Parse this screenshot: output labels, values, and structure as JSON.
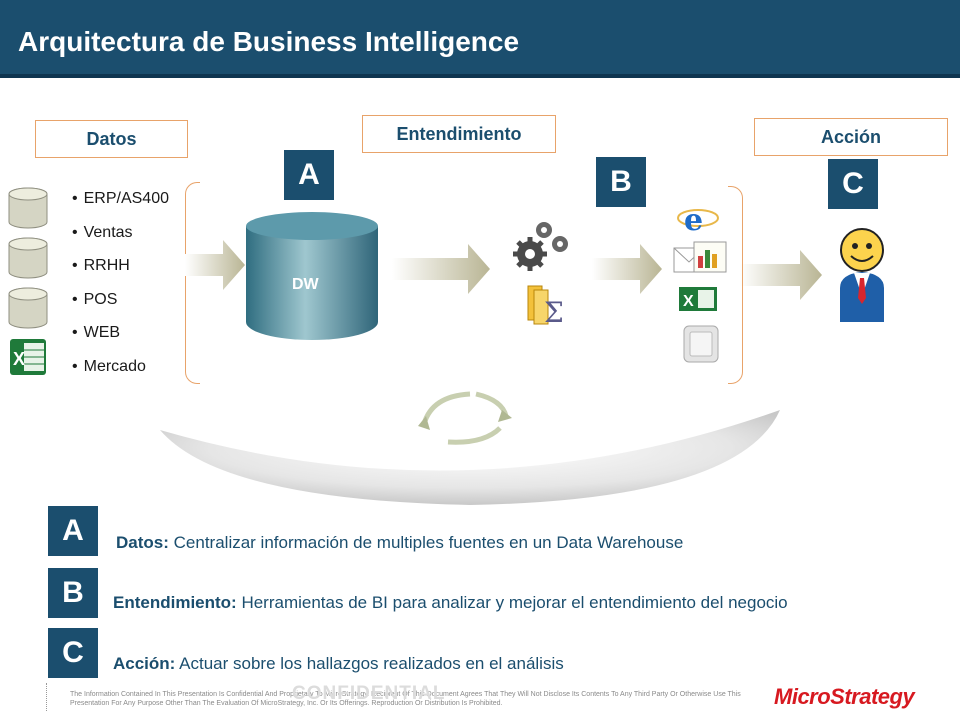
{
  "title": "Arquitectura de Business Intelligence",
  "stages": {
    "datos": "Datos",
    "entendimiento": "Entendimiento",
    "accion": "Acción"
  },
  "letters": {
    "a": "A",
    "b": "B",
    "c": "C"
  },
  "sources": [
    "ERP/AS400",
    "Ventas",
    "RRHH",
    "POS",
    "WEB",
    "Mercado"
  ],
  "dw_label": "DW",
  "legend": [
    {
      "letter": "A",
      "key": "Datos:",
      "text": "Centralizar información de multiples fuentes en un Data Warehouse"
    },
    {
      "letter": "B",
      "key": "Entendimiento:",
      "text": "Herramientas de BI  para analizar y mejorar el entendimiento del negocio"
    },
    {
      "letter": "C",
      "key": "Acción:",
      "text": "Actuar sobre los hallazgos realizados en el análisis"
    }
  ],
  "footer": {
    "disclaimer": "The Information Contained In This Presentation Is Confidential And Proprietary To MicroStrategy. Recipient Of This Document Agrees That They Will Not Disclose Its Contents To Any Third Party Or Otherwise Use This Presentation For Any Purpose Other Than The Evaluation Of MicroStrategy, Inc. Or Its Offerings. Reproduction Or Distribution Is Prohibited.",
    "confidential": "CONFIDENTIAL",
    "logo": "MicroStrategy"
  },
  "colors": {
    "brand": "#1b4e6e",
    "accent": "#e8a36a",
    "logo": "#d71920"
  }
}
